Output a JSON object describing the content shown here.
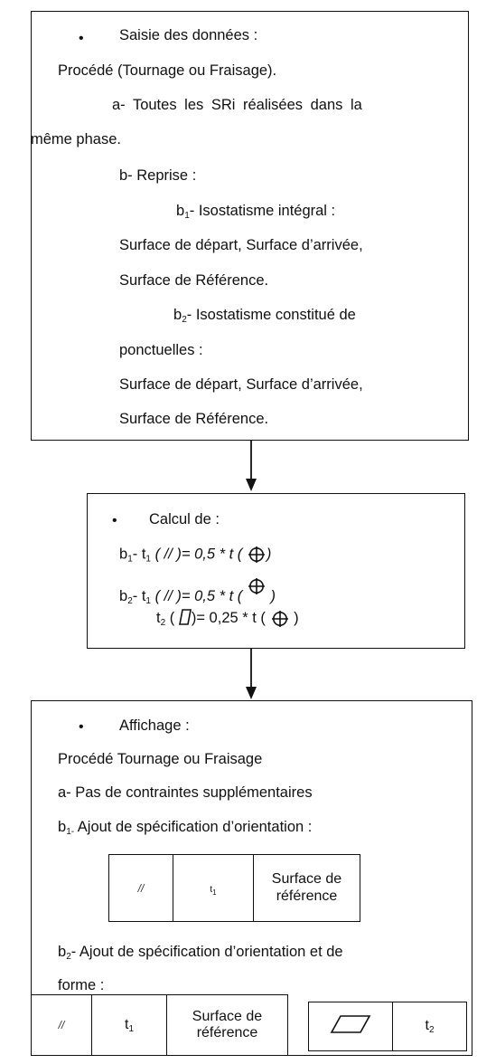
{
  "box1": {
    "bullet": "•",
    "title": "Saisie des données :",
    "line_process": "Procédé (Tournage ou Fraisage).",
    "line_a1": "a- Toutes les SRi réalisées dans la",
    "line_a2": "même phase.",
    "line_b": "b- Reprise :",
    "b1_prefix": "b",
    "b1_sub": "1",
    "b1_text": "-  Isostatisme intégral :",
    "b1_line1": "Surface de départ, Surface d’arrivée,",
    "b1_line2": "Surface de Référence.",
    "b2_prefix": "b",
    "b2_sub": "2",
    "b2_text": "-  Isostatisme constitué de",
    "b2_line0": "ponctuelles :",
    "b2_line1": "Surface de départ, Surface d’arrivée,",
    "b2_line2": "Surface de Référence."
  },
  "box2": {
    "bullet": "•",
    "title": "Calcul de :",
    "f1_b": "b",
    "f1_bsub": "1",
    "f1_pre": "-  t",
    "f1_tsub": "1",
    "f1_paren": " ( // )=",
    "f1_val": " 0,5 * t (",
    "f1_close": ")",
    "f2_b": "b",
    "f2_bsub": "2",
    "f2_pre": "-  t",
    "f2_tsub": "1",
    "f2_paren": " ( // )=",
    "f2_val": " 0,5 * t (",
    "f2_close": " )",
    "f3_t": "t",
    "f3_tsub": "2",
    "f3_open": " (",
    "f3_mid": ")= 0,25 * t (",
    "f3_close": " )"
  },
  "box3": {
    "bullet": "•",
    "title": "Affichage :",
    "line_process": "Procédé Tournage ou Fraisage",
    "line_a": "a- Pas de contraintes supplémentaires",
    "b1_prefix": "b",
    "b1_sub": "1-",
    "b1_text": " Ajout de spécification d’orientation :",
    "table1": {
      "symbol": "//",
      "tol": "t",
      "tol_sub": "1",
      "ref1": "Surface de",
      "ref2": "référence"
    },
    "b2_prefix": "b",
    "b2_sub": "2",
    "b2_text": "- Ajout de spécification d’orientation et de",
    "b2_cont": "forme :",
    "table2": {
      "symbol": "//",
      "tol": "t",
      "tol_sub": "1",
      "ref1": "Surface de",
      "ref2": "référence"
    },
    "table3": {
      "tol": "t",
      "tol_sub": "2"
    }
  },
  "icons": {
    "position": "position-symbol-icon",
    "flatness": "flatness-parallelogram-icon",
    "arrow": "arrow-down-icon"
  }
}
